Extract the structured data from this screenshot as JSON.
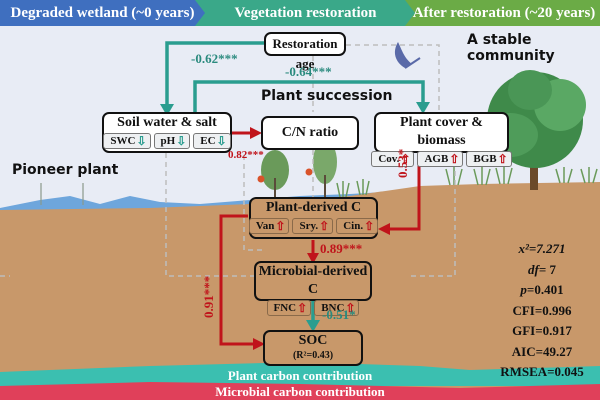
{
  "banners": [
    {
      "label": "Degraded wetland (~0 years)",
      "color": "#3f6fbf"
    },
    {
      "label": "Vegetation restoration",
      "color": "#3aa889"
    },
    {
      "label": "After restoration (~20 years)",
      "color": "#6bab46"
    }
  ],
  "scene_labels": {
    "stable_community": "A stable community",
    "plant_succession": "Plant succession",
    "pioneer_plant": "Pioneer plant"
  },
  "nodes": {
    "restoration_age": {
      "title": "Restoration age"
    },
    "soil_water_salt": {
      "title": "Soil water & salt",
      "items": [
        {
          "label": "SWC",
          "trend": "down"
        },
        {
          "label": "pH",
          "trend": "down"
        },
        {
          "label": "EC",
          "trend": "down"
        }
      ]
    },
    "cn_ratio": {
      "title": "C/N ratio"
    },
    "plant_cover_biomass": {
      "title": "Plant cover & biomass",
      "items": [
        {
          "label": "Cov.",
          "trend": "up"
        },
        {
          "label": "AGB",
          "trend": "up"
        },
        {
          "label": "BGB",
          "trend": "up"
        }
      ]
    },
    "plant_derived_c": {
      "title": "Plant-derived C",
      "items": [
        {
          "label": "Van",
          "trend": "up"
        },
        {
          "label": "Sry.",
          "trend": "up"
        },
        {
          "label": "Cin.",
          "trend": "up"
        }
      ]
    },
    "microbial_derived_c": {
      "title": "Microbial-derived C",
      "items": [
        {
          "label": "FNC",
          "trend": "up"
        },
        {
          "label": "BNC",
          "trend": "up"
        }
      ]
    },
    "soc": {
      "title": "SOC",
      "r2": "(R²=0.43)"
    }
  },
  "paths": [
    {
      "from": "Restoration age",
      "to": "Soil water & salt",
      "coef": "-0.62***",
      "sign": "negative"
    },
    {
      "from": "Soil water & salt",
      "to": "Plant cover & biomass",
      "coef": "-0.64***",
      "sign": "negative"
    },
    {
      "from": "Soil water & salt",
      "to": "C/N ratio",
      "coef": "0.82***",
      "sign": "positive"
    },
    {
      "from": "Plant cover & biomass",
      "to": "Plant-derived C",
      "coef": "0.53*",
      "sign": "positive"
    },
    {
      "from": "Plant-derived C",
      "to": "Microbial-derived C",
      "coef": "0.89***",
      "sign": "positive"
    },
    {
      "from": "Plant-derived C",
      "to": "SOC",
      "coef": "0.91***",
      "sign": "positive"
    },
    {
      "from": "Microbial-derived C",
      "to": "SOC",
      "coef": "-0.51*",
      "sign": "negative"
    }
  ],
  "fit_stats": {
    "chi2_label": "x²=7.271",
    "df_label": "df",
    "df_value": "= 7",
    "p_label": "p",
    "p_value": "=0.401",
    "cfi": "CFI=0.996",
    "gfi": "GFI=0.917",
    "aic": "AIC=49.27",
    "rmsea": "RMSEA=0.045"
  },
  "bands": {
    "plant": {
      "label": "Plant carbon contribution",
      "color": "#3bbfb0"
    },
    "microbial": {
      "label": "Microbial carbon contribution",
      "color": "#e0405a"
    }
  },
  "colors": {
    "negative": "#2a9d8f",
    "positive": "#c0141b",
    "soil": "#c8986a",
    "sky": "#e8ecf5"
  }
}
